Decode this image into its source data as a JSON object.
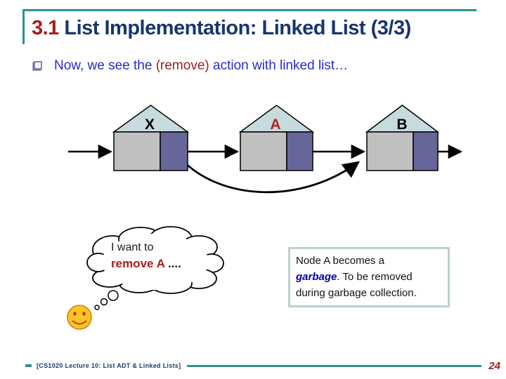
{
  "title": {
    "number": "3.1",
    "text": " List Implementation: Linked List (3/3)"
  },
  "bullet": {
    "pre": "Now, we see the ",
    "highlight": "(remove)",
    "post": " action with linked list…"
  },
  "nodes": [
    {
      "label": "X"
    },
    {
      "label": "A"
    },
    {
      "label": "B"
    }
  ],
  "thought": {
    "line1": "I want to",
    "line2_red": "remove A",
    "line2_dots": " ...."
  },
  "callout": {
    "line1": "Node A becomes a",
    "line2_em": "garbage",
    "line2_rest": ". To be removed",
    "line3": "during garbage collection."
  },
  "footer": {
    "lecture": "[CS1020 Lecture 10: List ADT & Linked Lists]",
    "page": "24"
  },
  "icons": {
    "smiley_face": "smiley-face-icon",
    "thought_bubble": "thought-bubble-icon"
  },
  "colors": {
    "accent_teal": "#2e9191",
    "title_red": "#a61b1e",
    "title_navy": "#17366e",
    "bullet_blue": "#2a2ac8",
    "remove_red": "#9e2121",
    "node_roof": "#c7dbdf",
    "node_data_gray": "#c0c0c0",
    "node_pointer_blue": "#666699",
    "node_outline": "#000000",
    "label_a_red": "#b22222",
    "label_black": "#000000",
    "callout_border": "#bdd0d0",
    "garbage_blue": "#0000a0",
    "thought_red": "#b01818",
    "smiley_gold": "#ffc125",
    "smiley_outline": "#c8860a",
    "smiley_features": "#994400",
    "page_red": "#a61b1e"
  }
}
